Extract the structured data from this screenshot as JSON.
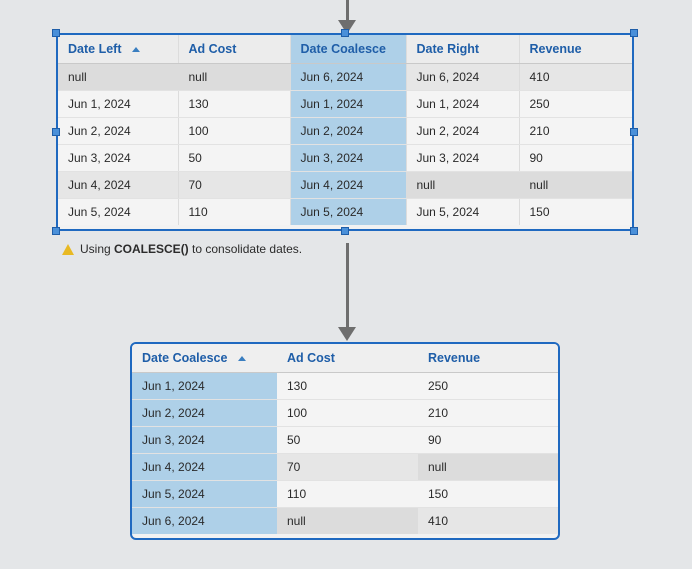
{
  "canvas": {
    "background": "#e4e6e8",
    "accent_blue": "#1f69c0",
    "highlight_blue": "#aed0e8",
    "warning_yellow": "#e8b923"
  },
  "arrows": {
    "top": "arrow-down",
    "middle": "arrow-down"
  },
  "join_table": {
    "name": "join-result-table",
    "selected": true,
    "sort_column": "Date Left",
    "sort_direction": "asc",
    "columns": [
      {
        "label": "Date Left",
        "sorted": true
      },
      {
        "label": "Ad Cost",
        "sorted": false
      },
      {
        "label": "Date Coalesce",
        "sorted": false,
        "highlight": true
      },
      {
        "label": "Date Right",
        "sorted": false
      },
      {
        "label": "Revenue",
        "sorted": false
      }
    ],
    "rows": [
      {
        "date_left": "null",
        "ad_cost": "null",
        "date_coalesce": "Jun 6, 2024",
        "date_right": "Jun 6, 2024",
        "revenue": "410"
      },
      {
        "date_left": "Jun 1, 2024",
        "ad_cost": "130",
        "date_coalesce": "Jun 1, 2024",
        "date_right": "Jun 1, 2024",
        "revenue": "250"
      },
      {
        "date_left": "Jun 2, 2024",
        "ad_cost": "100",
        "date_coalesce": "Jun 2, 2024",
        "date_right": "Jun 2, 2024",
        "revenue": "210"
      },
      {
        "date_left": "Jun 3, 2024",
        "ad_cost": "50",
        "date_coalesce": "Jun 3, 2024",
        "date_right": "Jun 3, 2024",
        "revenue": "90"
      },
      {
        "date_left": "Jun 4, 2024",
        "ad_cost": "70",
        "date_coalesce": "Jun 4, 2024",
        "date_right": "null",
        "revenue": "null"
      },
      {
        "date_left": "Jun 5, 2024",
        "ad_cost": "110",
        "date_coalesce": "Jun 5, 2024",
        "date_right": "Jun 5, 2024",
        "revenue": "150"
      }
    ]
  },
  "caption": {
    "icon": "warning-triangle-icon",
    "prefix": "Using ",
    "code": "COALESCE()",
    "suffix": " to consolidate dates."
  },
  "result_table": {
    "name": "coalesced-result-table",
    "selected": false,
    "sort_column": "Date Coalesce",
    "sort_direction": "asc",
    "columns": [
      {
        "label": "Date Coalesce",
        "sorted": true,
        "highlight": true
      },
      {
        "label": "Ad Cost",
        "sorted": false
      },
      {
        "label": "Revenue",
        "sorted": false
      }
    ],
    "rows": [
      {
        "date_coalesce": "Jun 1, 2024",
        "ad_cost": "130",
        "revenue": "250"
      },
      {
        "date_coalesce": "Jun 2, 2024",
        "ad_cost": "100",
        "revenue": "210"
      },
      {
        "date_coalesce": "Jun 3, 2024",
        "ad_cost": "50",
        "revenue": "90"
      },
      {
        "date_coalesce": "Jun 4, 2024",
        "ad_cost": "70",
        "revenue": "null"
      },
      {
        "date_coalesce": "Jun 5, 2024",
        "ad_cost": "110",
        "revenue": "150"
      },
      {
        "date_coalesce": "Jun 6, 2024",
        "ad_cost": "null",
        "revenue": "410"
      }
    ]
  }
}
